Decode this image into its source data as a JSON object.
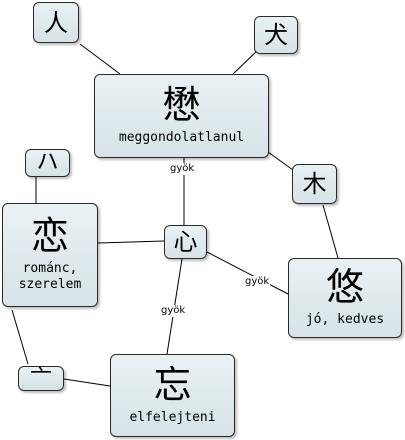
{
  "nodes": {
    "hito": {
      "kanji": "人"
    },
    "inu": {
      "kanji": "犬"
    },
    "center_top": {
      "kanji": "懋",
      "meaning": "meggondolatlanul"
    },
    "hachi": {
      "kanji": "ハ"
    },
    "ki": {
      "kanji": "木"
    },
    "koi": {
      "kanji": "恋",
      "meaning_line1": "románc,",
      "meaning_line2": "szerelem"
    },
    "kokoro": {
      "kanji": "心"
    },
    "yuu": {
      "kanji": "悠",
      "meaning": "jó, kedves"
    },
    "nabe": {
      "kanji": "亠"
    },
    "wasure": {
      "kanji": "忘",
      "meaning": "elfelejteni"
    }
  },
  "edge_labels": {
    "top": "gyök",
    "right": "gyök",
    "bottom": "gyök"
  }
}
